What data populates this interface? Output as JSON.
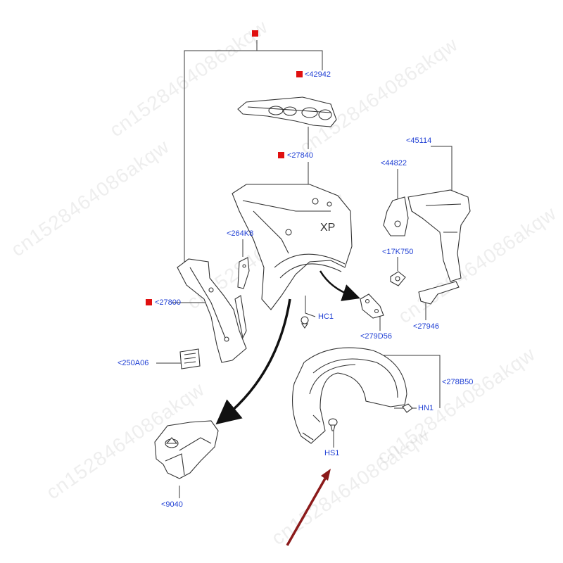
{
  "colors": {
    "label": "#1f3fd4",
    "marker": "#e01010",
    "line": "#3a3a3a",
    "arrow": "#8b1a1a",
    "watermark": "rgba(120,120,120,0.13)"
  },
  "watermark": {
    "text": "cn1528464086akqw"
  },
  "labels": {
    "p42942": "<42942",
    "p27840": "<27840",
    "p45114": "<45114",
    "p44822": "<44822",
    "p264K8": "<264K8",
    "p17K750": "<17K750",
    "p27800": "<27800",
    "pHC1": "HC1",
    "p279D56": "<279D56",
    "p27946": "<27946",
    "p250A06": "<250A06",
    "p278B50": "<278B50",
    "pHN1": "HN1",
    "pHS1": "HS1",
    "p9040": "<9040"
  }
}
